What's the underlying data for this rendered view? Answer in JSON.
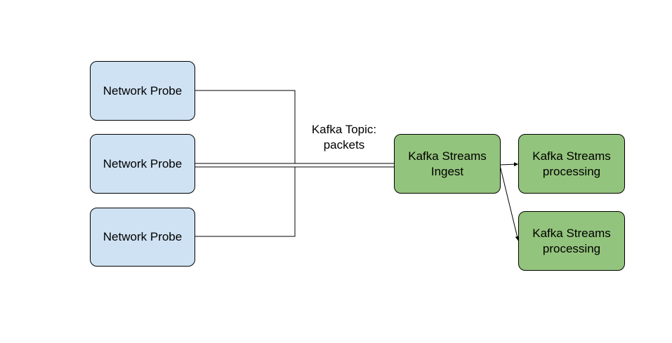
{
  "diagram": {
    "probes": [
      {
        "label": "Network Probe"
      },
      {
        "label": "Network Probe"
      },
      {
        "label": "Network Probe"
      }
    ],
    "topic_label": "Kafka Topic:\npackets",
    "ingest": {
      "label": "Kafka Streams\nIngest"
    },
    "processors": [
      {
        "label": "Kafka Streams\nprocessing"
      },
      {
        "label": "Kafka Streams\nprocessing"
      }
    ],
    "colors": {
      "probe_fill": "#cfe2f3",
      "stream_fill": "#93c47d",
      "stroke": "#000000"
    }
  }
}
